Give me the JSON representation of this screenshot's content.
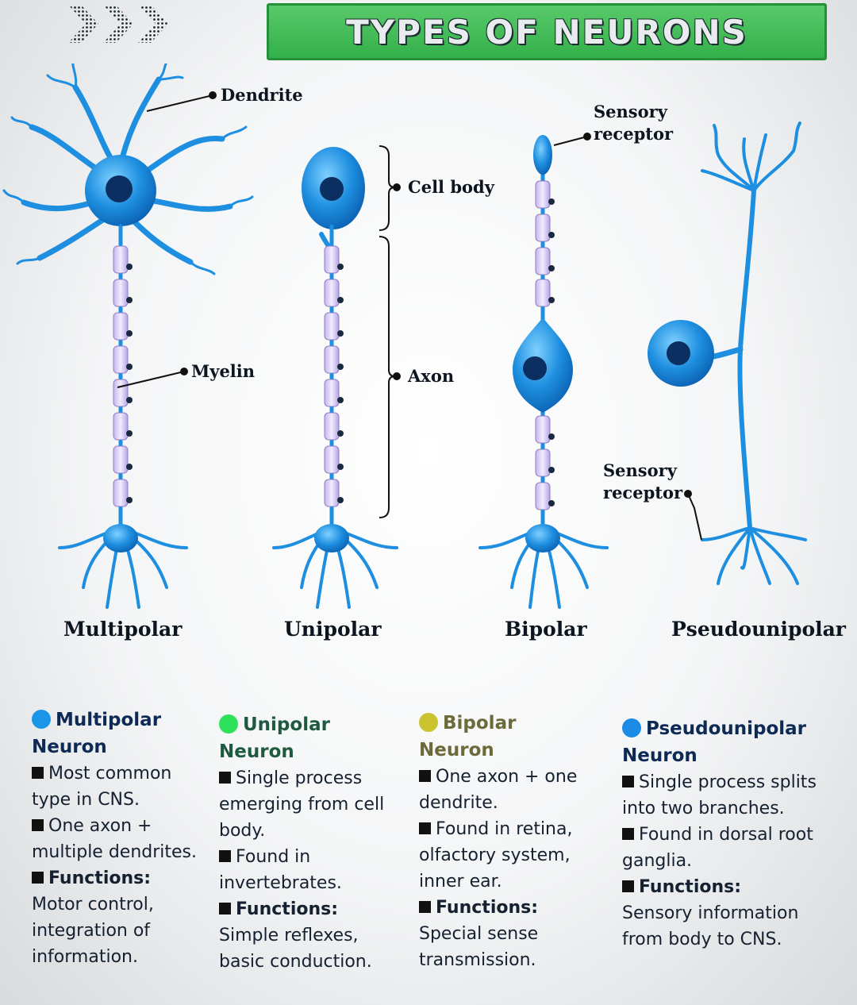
{
  "title": "TYPES OF NEURONS",
  "labels": {
    "dendrite": "Dendrite",
    "cell_body": "Cell body",
    "axon": "Axon",
    "myelin": "Myelin",
    "sensory_receptor_top": "Sensory receptor",
    "sensory_receptor_bottom": "Sensory receptor"
  },
  "neuron_names": [
    "Multipolar",
    "Unipolar",
    "Bipolar",
    "Pseudounipolar"
  ],
  "colors": {
    "title_bg": "#3cb94f",
    "neuron": "#1e8fe0",
    "multipolar_dot": "#1a95e8",
    "unipolar_dot": "#2ee05a",
    "bipolar_dot": "#c9c430",
    "pseudounipolar_dot": "#1b8be6"
  },
  "descriptions": [
    {
      "head_line1": "Multipolar",
      "head_line2": "Neuron",
      "head_color": "#0d2a55",
      "point1": "Most common type in CNS.",
      "point2": "One axon + multiple dendrites.",
      "functions_label": "Functions:",
      "functions": "Motor control, integration of information."
    },
    {
      "head_line1": "Unipolar",
      "head_line2": "Neuron",
      "head_color": "#1f5a40",
      "point1": "Single process emerging from cell body.",
      "point2": "Found in invertebrates.",
      "functions_label": "Functions:",
      "functions": "Simple reflexes, basic conduction."
    },
    {
      "head_line1": "Bipolar",
      "head_line2": "Neuron",
      "head_color": "#6d6a3a",
      "point1": "One axon + one dendrite.",
      "point2": "Found in retina, olfactory system, inner ear.",
      "functions_label": "Functions:",
      "functions": "Special sense transmission."
    },
    {
      "head_line1": "Pseudounipolar",
      "head_line2": "Neuron",
      "head_color": "#0d2a55",
      "point1": "Single process splits into two branches.",
      "point2": "Found in dorsal root ganglia.",
      "functions_label": "Functions:",
      "functions": "Sensory information from body to CNS."
    }
  ]
}
